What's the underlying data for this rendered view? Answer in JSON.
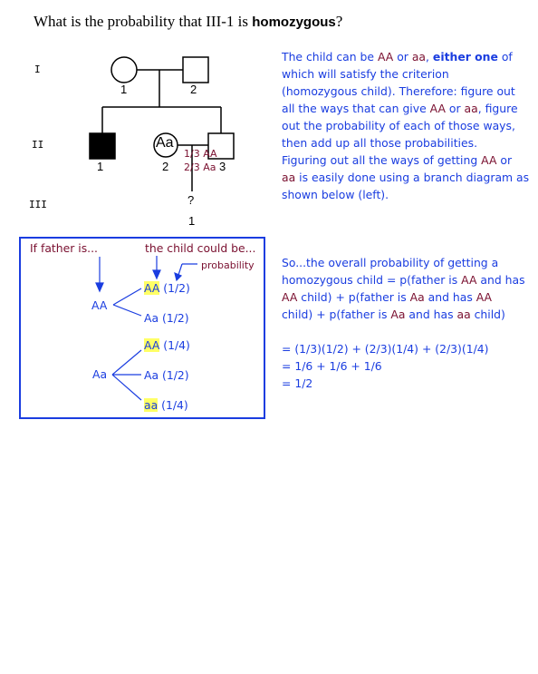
{
  "title": {
    "prefix": "What is the probability that III-1 is ",
    "bold": "homozygous",
    "suffix": "?"
  },
  "pedigree": {
    "generation_labels": [
      "I",
      "II",
      "III"
    ],
    "gen1": {
      "male_number": "2",
      "female_number": "1"
    },
    "gen2": {
      "affected_male_number": "1",
      "carrier_female_number": "2",
      "carrier_female_genotype": "Aa",
      "unknown_male_number": "3",
      "father_prob_AA": "1/3 AA",
      "father_prob_Aa": "2/3 Aa"
    },
    "gen3": {
      "child_symbol": "?",
      "child_number": "1"
    }
  },
  "explanation": {
    "line1a": "The child can be ",
    "AA": "AA",
    "or": " or ",
    "aa": "aa",
    "comma": ", ",
    "either_one": "either one",
    "of": " of",
    "line2": "which will satisfy the criterion",
    "line3": "(homozygous child).  Therefore: figure out",
    "line4a": "all the ways that can give ",
    "line4b": " or ",
    "line4c": ", figure",
    "line5": "out the probability of each of those ways,",
    "line6": "then add up all those probabilities.",
    "line7a": "Figuring out all the ways of getting ",
    "line7b": " or",
    "line8a": "",
    "line8b": " is easily done using a branch diagram as",
    "line9": "shown below (left)."
  },
  "branch_diagram": {
    "header_father": "If father is...",
    "header_child": "the child could be...",
    "header_probability": "probability",
    "father_AA": "AA",
    "father_Aa": "Aa",
    "children_AA": [
      {
        "genotype": "AA",
        "prob": "(1/2)",
        "highlight": true
      },
      {
        "genotype": "Aa",
        "prob": "(1/2)",
        "highlight": false
      }
    ],
    "children_Aa": [
      {
        "genotype": "AA",
        "prob": "(1/4)",
        "highlight": true
      },
      {
        "genotype": "Aa",
        "prob": "(1/2)",
        "highlight": false
      },
      {
        "genotype": "aa",
        "prob": "(1/4)",
        "highlight": true
      }
    ],
    "colors": {
      "blue": "#1a3de0",
      "maroon": "#7a1030",
      "highlight": "#ffff66"
    }
  },
  "summary": {
    "l1": "So...the overall probability of getting a",
    "l2a": "homozygous child = p(father is ",
    "l2b": "AA",
    "l2c": " and has",
    "l3a": "AA",
    "l3b": " child) + p(father is ",
    "l3c": "Aa",
    "l3d": " and has ",
    "l3e": "AA",
    "l4a": "child) + p(father is ",
    "l4b": "Aa",
    "l4c": " and has ",
    "l4d": "aa",
    "l4e": " child)",
    "eq1": "= (1/3)(1/2) + (2/3)(1/4) + (2/3)(1/4)",
    "eq2": "= 1/6 + 1/6 + 1/6",
    "eq3": "= 1/2"
  }
}
